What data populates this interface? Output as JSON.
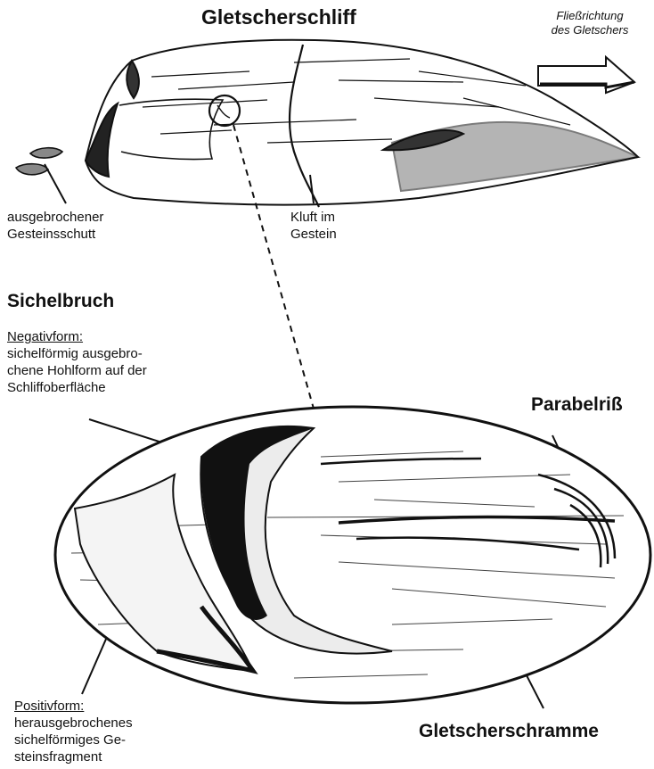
{
  "title": "Gletscherschliff",
  "flow_direction": [
    "Fließrichtung",
    "des Gletschers"
  ],
  "debris": [
    "ausgebrochener",
    "Gesteinsschutt"
  ],
  "joint": [
    "Kluft im",
    "Gestein"
  ],
  "crescentic_fracture": {
    "title": "Sichelbruch",
    "negative_heading": "Negativform:",
    "negative_text": [
      "sichelförmig ausgebro-",
      "chene Hohlform auf der",
      "Schliffoberfläche"
    ]
  },
  "parabolic_crack": "Parabelriß",
  "positive": {
    "heading": "Positivform:",
    "text": [
      "herausgebrochenes",
      "sichelförmiges Ge-",
      "steinsfragment"
    ]
  },
  "striation": "Gletscherschramme"
}
